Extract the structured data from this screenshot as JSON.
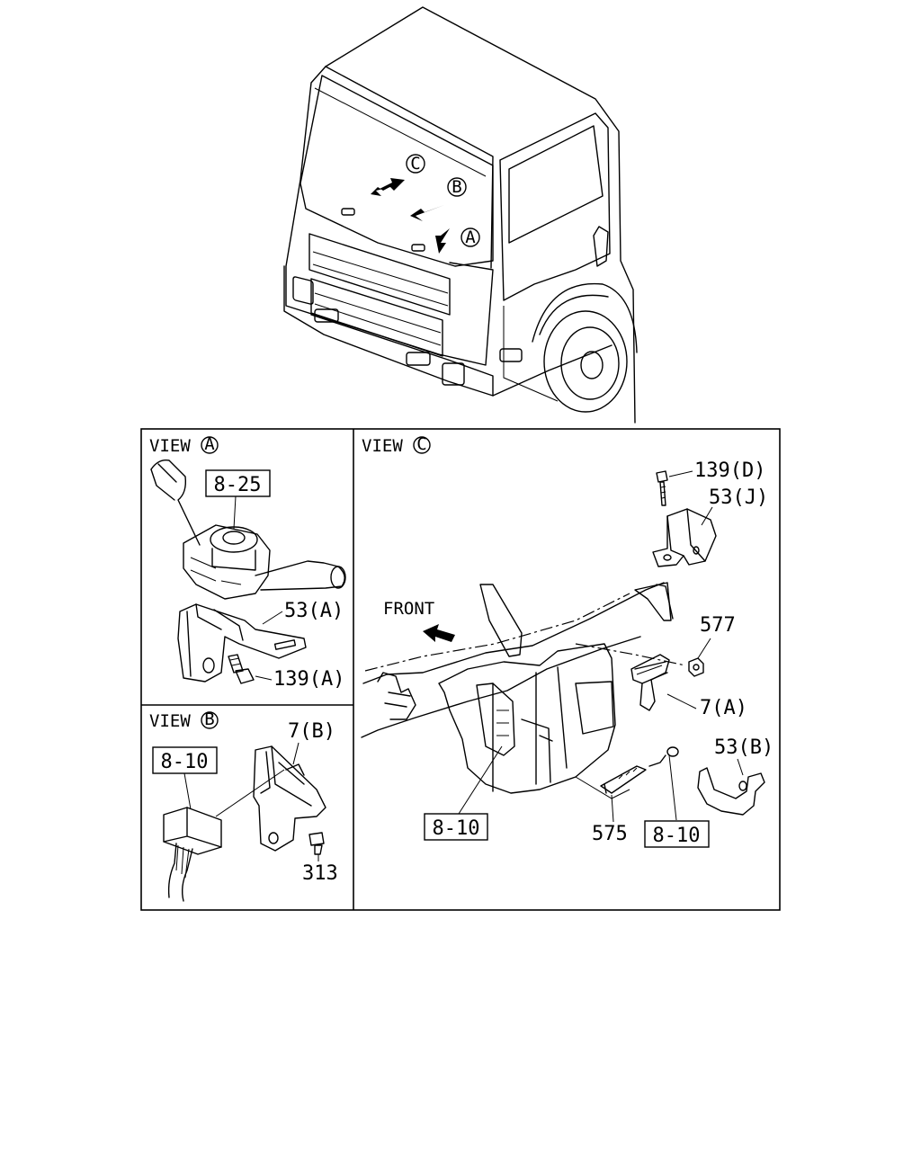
{
  "truck": {
    "callouts": [
      "C",
      "B",
      "A"
    ]
  },
  "view_a": {
    "title": "VIEW",
    "mark": "A",
    "ref_box": "8-25",
    "labels": [
      "53(A)",
      "139(A)"
    ]
  },
  "view_b": {
    "title": "VIEW",
    "mark": "B",
    "ref_box": "8-10",
    "labels": [
      "7(B)",
      "313"
    ]
  },
  "view_c": {
    "title": "VIEW",
    "mark": "C",
    "front_label": "FRONT",
    "labels": [
      "139(D)",
      "53(J)",
      "577",
      "7(A)",
      "53(B)",
      "575"
    ],
    "ref_boxes": [
      "8-10",
      "8-10"
    ]
  }
}
